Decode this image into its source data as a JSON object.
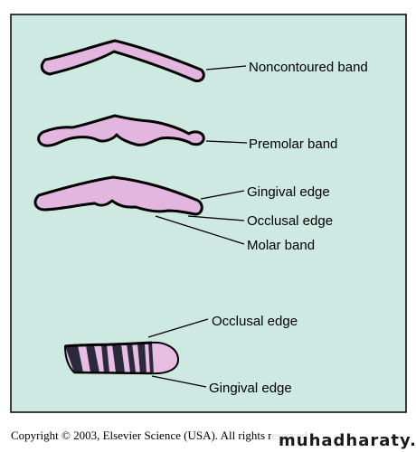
{
  "labels": {
    "noncontoured": "Noncontoured band",
    "premolar": "Premolar band",
    "gingival_edge_top": "Gingival edge",
    "occlusal_edge_top": "Occlusal edge",
    "molar": "Molar band",
    "occlusal_edge_bottom": "Occlusal edge",
    "gingival_edge_bottom": "Gingival edge"
  },
  "copyright": "Copyright © 2003, Elsevier Science (USA).  All rights reserved.",
  "watermark": "muhadharaty.com",
  "colors": {
    "panel": "#cde9e1",
    "band": "#e3b6df",
    "stripe_dark": "#2a2a3a",
    "stripe_light": "#e8bde4"
  }
}
